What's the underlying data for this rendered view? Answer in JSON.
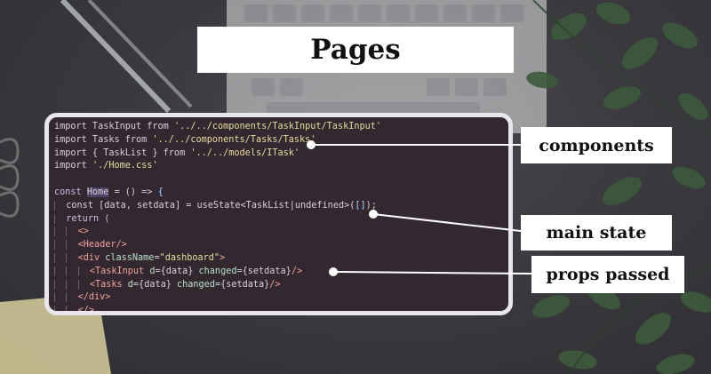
{
  "title": "Pages",
  "code_lines": [
    {
      "indent": 0,
      "parts": [
        {
          "t": "import TaskInput from ",
          "c": ""
        },
        {
          "t": "'../../components/TaskInput/TaskInput'",
          "c": "str"
        }
      ]
    },
    {
      "indent": 0,
      "parts": [
        {
          "t": "import Tasks from ",
          "c": ""
        },
        {
          "t": "'../../components/Tasks/Tasks'",
          "c": "str"
        }
      ]
    },
    {
      "indent": 0,
      "parts": [
        {
          "t": "import { TaskList } from ",
          "c": ""
        },
        {
          "t": "'../../models/ITask'",
          "c": "str"
        }
      ]
    },
    {
      "indent": 0,
      "parts": [
        {
          "t": "import ",
          "c": ""
        },
        {
          "t": "'./Home.css'",
          "c": "str"
        }
      ]
    },
    {
      "indent": 0,
      "parts": [
        {
          "t": "",
          "c": ""
        }
      ]
    },
    {
      "indent": 0,
      "parts": [
        {
          "t": "const ",
          "c": "kw"
        },
        {
          "t": "Home",
          "c": "hl"
        },
        {
          "t": " = () => ",
          "c": ""
        },
        {
          "t": "{",
          "c": "brace"
        }
      ]
    },
    {
      "indent": 1,
      "parts": [
        {
          "t": "const [data, setdata] = useState<TaskList|undefined>(",
          "c": ""
        },
        {
          "t": "[]",
          "c": "brace"
        },
        {
          "t": ");",
          "c": ""
        }
      ]
    },
    {
      "indent": 1,
      "parts": [
        {
          "t": "return (",
          "c": "kw"
        }
      ]
    },
    {
      "indent": 2,
      "parts": [
        {
          "t": "<>",
          "c": "tag"
        }
      ]
    },
    {
      "indent": 2,
      "parts": [
        {
          "t": "<Header/>",
          "c": "tag"
        }
      ]
    },
    {
      "indent": 2,
      "parts": [
        {
          "t": "<div ",
          "c": "tag"
        },
        {
          "t": "className",
          "c": "attr"
        },
        {
          "t": "=",
          "c": ""
        },
        {
          "t": "\"dashboard\"",
          "c": "str"
        },
        {
          "t": ">",
          "c": "tag"
        }
      ]
    },
    {
      "indent": 3,
      "parts": [
        {
          "t": "<TaskInput ",
          "c": "tag"
        },
        {
          "t": "d",
          "c": "attr"
        },
        {
          "t": "={data} ",
          "c": ""
        },
        {
          "t": "changed",
          "c": "attr"
        },
        {
          "t": "={setdata}",
          "c": ""
        },
        {
          "t": "/>",
          "c": "tag"
        }
      ]
    },
    {
      "indent": 3,
      "parts": [
        {
          "t": "<Tasks ",
          "c": "tag"
        },
        {
          "t": "d",
          "c": "attr"
        },
        {
          "t": "={data} ",
          "c": ""
        },
        {
          "t": "changed",
          "c": "attr"
        },
        {
          "t": "={setdata}",
          "c": ""
        },
        {
          "t": "/>",
          "c": "tag"
        }
      ]
    },
    {
      "indent": 2,
      "parts": [
        {
          "t": "</div>",
          "c": "tag"
        }
      ]
    },
    {
      "indent": 2,
      "parts": [
        {
          "t": "</>",
          "c": "tag"
        }
      ]
    }
  ],
  "labels": {
    "components": "components",
    "main_state": "main state",
    "props_passed": "props passed"
  },
  "colors": {
    "panel_bg": "#33282f",
    "panel_border": "#e9e6ec",
    "label_bg": "#ffffff"
  }
}
